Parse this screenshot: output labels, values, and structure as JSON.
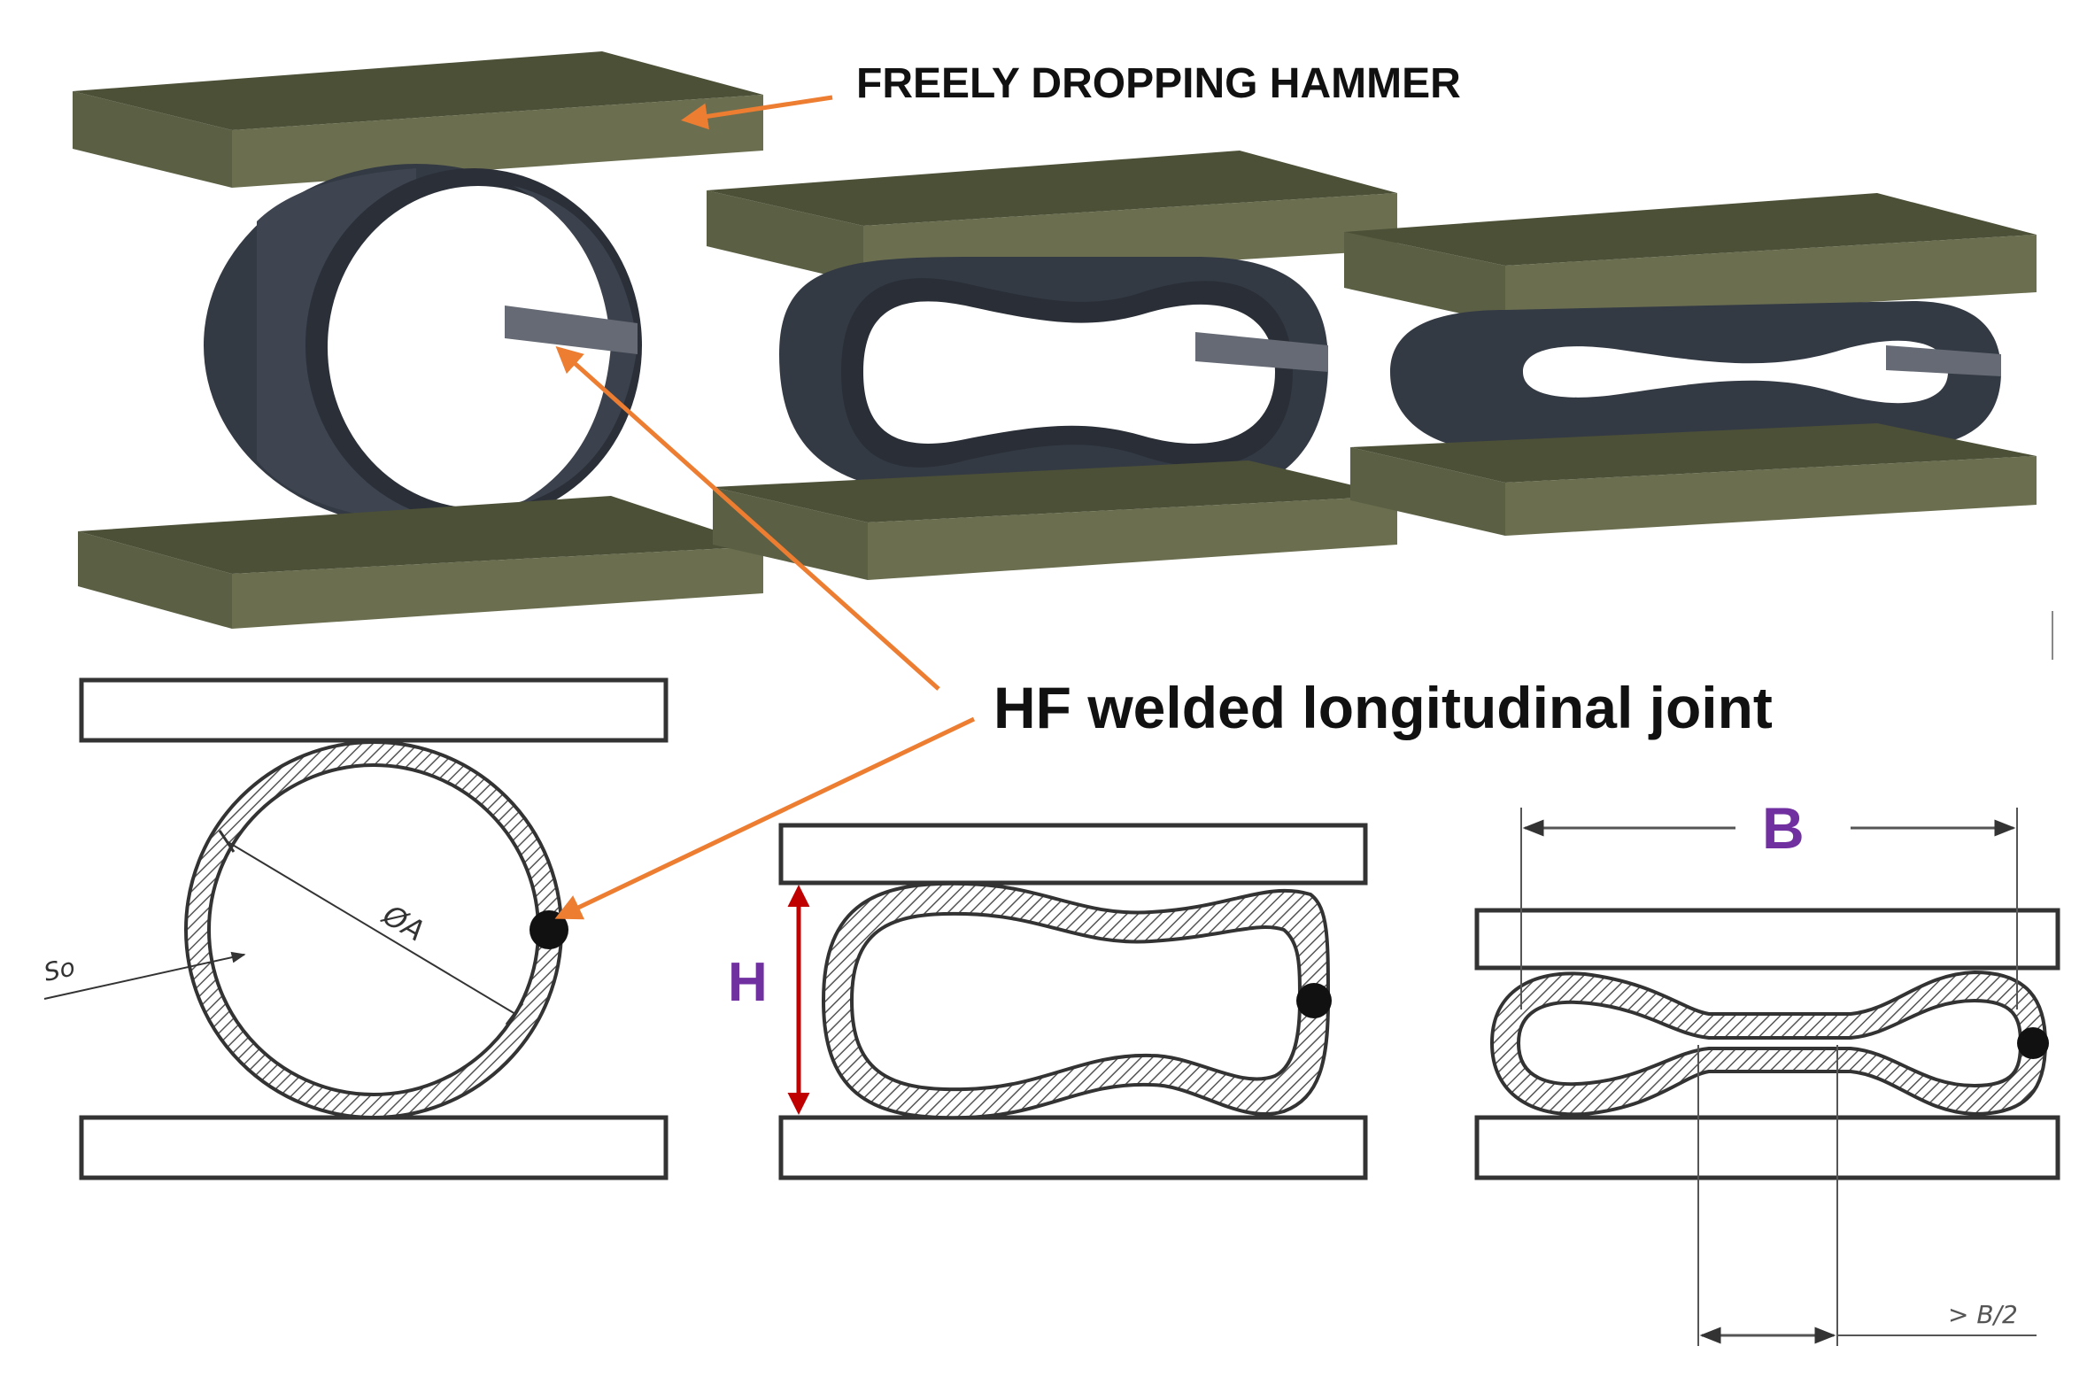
{
  "labels": {
    "hammer": "FREELY DROPPING HAMMER",
    "joint": "HF welded longitudinal joint",
    "height": "H",
    "width": "B",
    "diameter": "ØA",
    "wall": "So",
    "half_width": "> B/2"
  },
  "colors": {
    "plate_top": "#4d5138",
    "plate_front": "#6b6f50",
    "tube_dark": "#343a44",
    "tube_mid": "#474d58",
    "arrow": "#ed7d31",
    "dimension_purple": "#7030a0",
    "dimension_red": "#c00000",
    "hatch_stroke": "#555555"
  },
  "icons": {
    "hammer_plate": "olive-slab",
    "weld": "black-dot"
  }
}
